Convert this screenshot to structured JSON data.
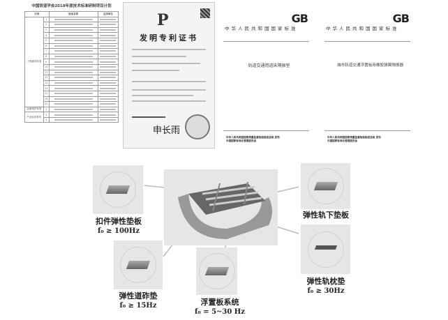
{
  "doc1": {
    "title": "中国铁道学会2018年度技术标准研制项目计划",
    "headers": [
      "分类",
      "标准名称",
      "主持单位"
    ],
    "categories": [
      "工程建设标准",
      "运营维护标准",
      "产品技术条件"
    ],
    "rows": 17
  },
  "doc2": {
    "title": "发明专利证书",
    "signature": "申长雨"
  },
  "doc3": {
    "logo": "GB",
    "standard": "中华人民共和国国家标准",
    "name": "轨道交通用道床隔振垫",
    "publisher1": "中华人民共和国国家质量监督检验检疫总局",
    "publisher2": "中国国家标准化管理委员会",
    "issue": "发布"
  },
  "doc4": {
    "logo": "GB",
    "standard": "中华人民共和国国家标准",
    "name": "城市轨道交通浮置板用橡胶弹簧隔振器",
    "publisher1": "中华人民共和国国家质量监督检验检疫总局",
    "publisher2": "中国国家标准化管理委员会",
    "issue": "发布"
  },
  "diagram": {
    "fastener_pad": {
      "name": "扣件弹性垫板",
      "freq": "f₀ ≥ 100Hz"
    },
    "rail_pad": {
      "name": "弹性轨下垫板"
    },
    "sleeper_pad": {
      "name": "弹性轨枕垫",
      "freq": "f₀ ≥ 30Hz"
    },
    "ballast_mat": {
      "name": "弹性道砟垫",
      "freq": "f₀ ≥ 15Hz"
    },
    "floating_slab": {
      "name": "浮置板系统",
      "freq": "f₀ = 5~30 Hz"
    }
  }
}
